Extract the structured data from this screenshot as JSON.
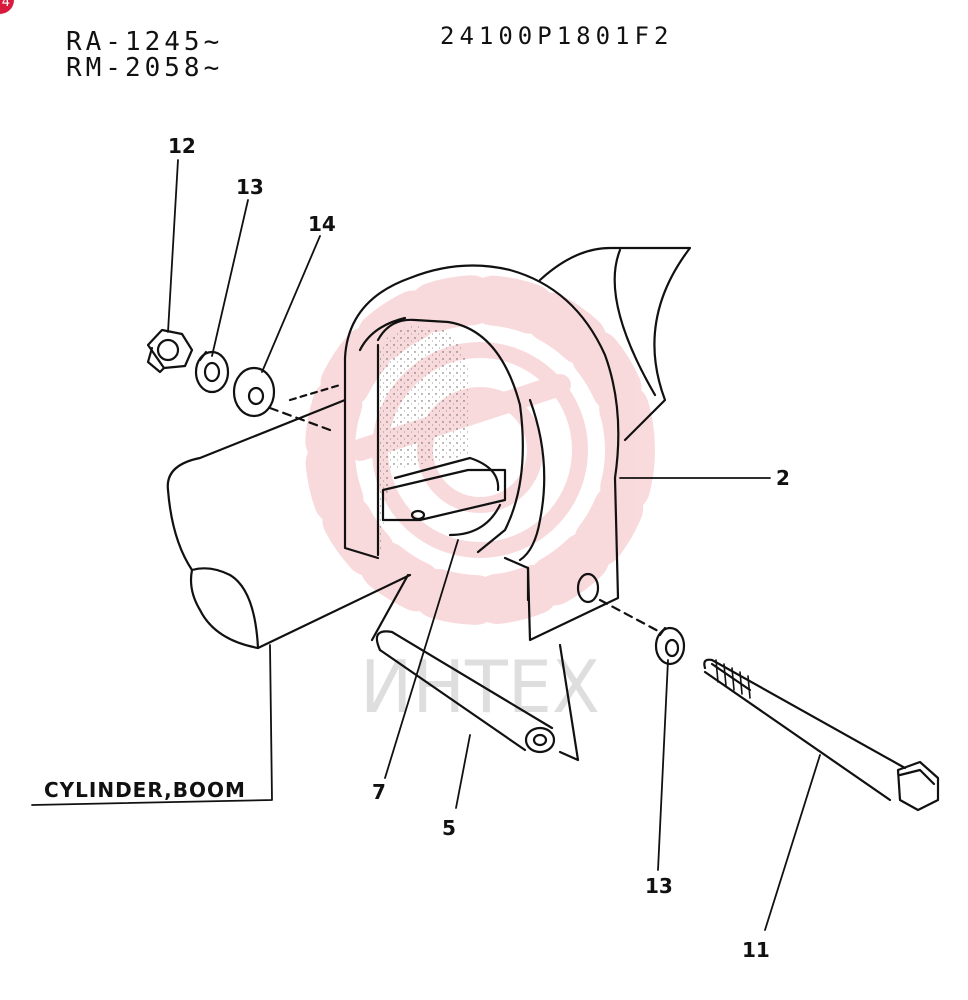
{
  "corner_badge": {
    "text": "4",
    "color": "#d81b3c"
  },
  "serial_ranges": [
    "RA-1245~",
    "RM-2058~"
  ],
  "part_number": "24100P1801F2",
  "callouts": {
    "nut": "12",
    "spring_washer_top": "13",
    "washer": "14",
    "bracket": "2",
    "bushing": "7",
    "pin": "5",
    "spring_washer_bottom": "13",
    "bolt": "11"
  },
  "assembly_label": "CYLINDER,BOOM",
  "watermark": {
    "text": "ИНТЕХ",
    "color": "#e0202a"
  },
  "colors": {
    "line": "#111111",
    "stipple": "#555555"
  }
}
